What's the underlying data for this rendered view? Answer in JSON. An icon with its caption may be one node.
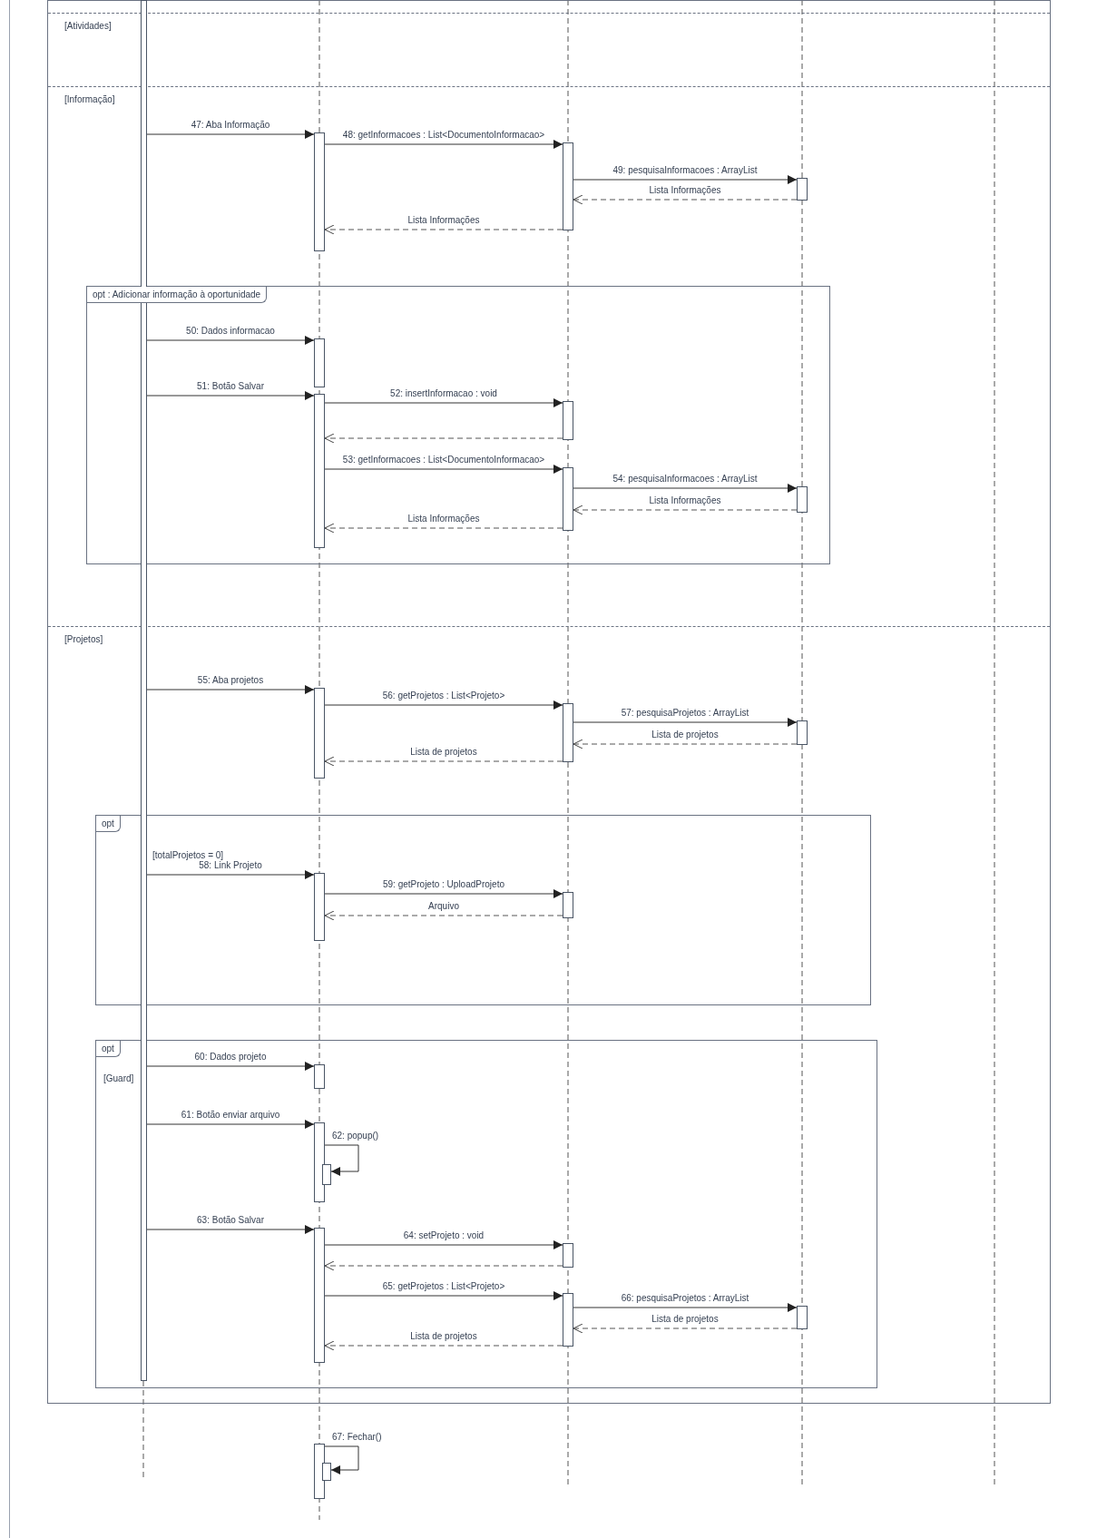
{
  "diagram": {
    "nodes": [
      {
        "text": [
          "[Atividades]",
          "[Informação]",
          "[Projetos]"
        ]
      },
      {
        "text": [
          "opt : Adicionar informação à oportunidade"
        ],
        "in": 0
      },
      {
        "text": [
          "opt",
          "[totalProjetos = 0]"
        ],
        "in": 0
      },
      {
        "text": [
          "opt",
          "[Guard]"
        ],
        "in": 0
      },
      {
        "text": [],
        "shape": "bar",
        "in": 0
      },
      {
        "text": [],
        "shape": "bar",
        "in": 0
      },
      {
        "text": [],
        "shape": "bar",
        "in": 0
      },
      {
        "text": [],
        "shape": "bar",
        "in": 0
      },
      {
        "text": [],
        "shape": "bar",
        "in": 1
      },
      {
        "text": [],
        "shape": "bar",
        "in": 1
      },
      {
        "text": [],
        "shape": "bar",
        "in": 1
      },
      {
        "text": [],
        "shape": "bar",
        "in": 1
      },
      {
        "text": [],
        "shape": "bar",
        "in": 1
      },
      {
        "text": [],
        "shape": "bar",
        "in": 0
      },
      {
        "text": [],
        "shape": "bar",
        "in": 0
      },
      {
        "text": [],
        "shape": "bar",
        "in": 0
      },
      {
        "text": [],
        "shape": "bar",
        "in": 2
      },
      {
        "text": [],
        "shape": "bar",
        "in": 2
      },
      {
        "text": [],
        "shape": "bar",
        "in": 3
      },
      {
        "text": [],
        "shape": "bar",
        "in": 3
      },
      {
        "text": [],
        "shape": "bar",
        "in": 3
      },
      {
        "text": [],
        "shape": "bar",
        "in": 3
      },
      {
        "text": [],
        "shape": "bar",
        "in": 3
      },
      {
        "text": [],
        "shape": "bar",
        "in": 3
      },
      {
        "text": [],
        "shape": "bar",
        "in": 3
      },
      {
        "text": [],
        "shape": "bar"
      },
      {
        "text": [],
        "shape": "bar"
      }
    ],
    "edges": [
      {
        "from": 4,
        "to": 5,
        "arrow": "to",
        "label": "47: Aba Informação"
      },
      {
        "from": 5,
        "to": 6,
        "arrow": "to",
        "label": "48: getInformacoes : List<DocumentoInformacao>"
      },
      {
        "from": 6,
        "to": 7,
        "arrow": "to",
        "label": "49: pesquisaInformacoes : ArrayList"
      },
      {
        "from": 7,
        "to": 6,
        "arrow": "to",
        "label": "Lista Informações",
        "style": "dashed"
      },
      {
        "from": 6,
        "to": 5,
        "arrow": "to",
        "label": "Lista Informações",
        "style": "dashed"
      },
      {
        "from": 4,
        "to": 8,
        "arrow": "to",
        "label": "50: Dados informacao"
      },
      {
        "from": 4,
        "to": 9,
        "arrow": "to",
        "label": "51: Botão Salvar"
      },
      {
        "from": 9,
        "to": 10,
        "arrow": "to",
        "label": "52: insertInformacao : void"
      },
      {
        "from": 10,
        "to": 9,
        "arrow": "to",
        "style": "dashed"
      },
      {
        "from": 9,
        "to": 11,
        "arrow": "to",
        "label": "53: getInformacoes : List<DocumentoInformacao>"
      },
      {
        "from": 11,
        "to": 12,
        "arrow": "to",
        "label": "54: pesquisaInformacoes : ArrayList"
      },
      {
        "from": 12,
        "to": 11,
        "arrow": "to",
        "label": "Lista Informações",
        "style": "dashed"
      },
      {
        "from": 11,
        "to": 9,
        "arrow": "to",
        "label": "Lista Informações",
        "style": "dashed"
      },
      {
        "from": 4,
        "to": 13,
        "arrow": "to",
        "label": "55: Aba projetos"
      },
      {
        "from": 13,
        "to": 14,
        "arrow": "to",
        "label": "56: getProjetos : List<Projeto>"
      },
      {
        "from": 14,
        "to": 15,
        "arrow": "to",
        "label": "57: pesquisaProjetos : ArrayList"
      },
      {
        "from": 15,
        "to": 14,
        "arrow": "to",
        "label": "Lista de projetos",
        "style": "dashed"
      },
      {
        "from": 14,
        "to": 13,
        "arrow": "to",
        "label": "Lista de projetos",
        "style": "dashed"
      },
      {
        "from": 4,
        "to": 16,
        "arrow": "to",
        "label": "58: Link Projeto"
      },
      {
        "from": 16,
        "to": 17,
        "arrow": "to",
        "label": "59: getProjeto : UploadProjeto"
      },
      {
        "from": 17,
        "to": 16,
        "arrow": "to",
        "label": "Arquivo",
        "style": "dashed"
      },
      {
        "from": 4,
        "to": 18,
        "arrow": "to",
        "label": "60: Dados projeto"
      },
      {
        "from": 4,
        "to": 19,
        "arrow": "to",
        "label": "61: Botão enviar arquivo"
      },
      {
        "from": 19,
        "to": 20,
        "arrow": "to",
        "label": "62: popup()"
      },
      {
        "from": 4,
        "to": 21,
        "arrow": "to",
        "label": "63: Botão Salvar"
      },
      {
        "from": 21,
        "to": 22,
        "arrow": "to",
        "label": "64: setProjeto : void"
      },
      {
        "from": 22,
        "to": 21,
        "arrow": "to",
        "style": "dashed"
      },
      {
        "from": 21,
        "to": 23,
        "arrow": "to",
        "label": "65: getProjetos : List<Projeto>"
      },
      {
        "from": 23,
        "to": 24,
        "arrow": "to",
        "label": "66: pesquisaProjetos : ArrayList"
      },
      {
        "from": 24,
        "to": 23,
        "arrow": "to",
        "label": "Lista de projetos",
        "style": "dashed"
      },
      {
        "from": 23,
        "to": 21,
        "arrow": "to",
        "label": "Lista de projetos",
        "style": "dashed"
      },
      {
        "from": 25,
        "to": 26,
        "arrow": "to",
        "label": "67: Fechar()"
      }
    ]
  }
}
